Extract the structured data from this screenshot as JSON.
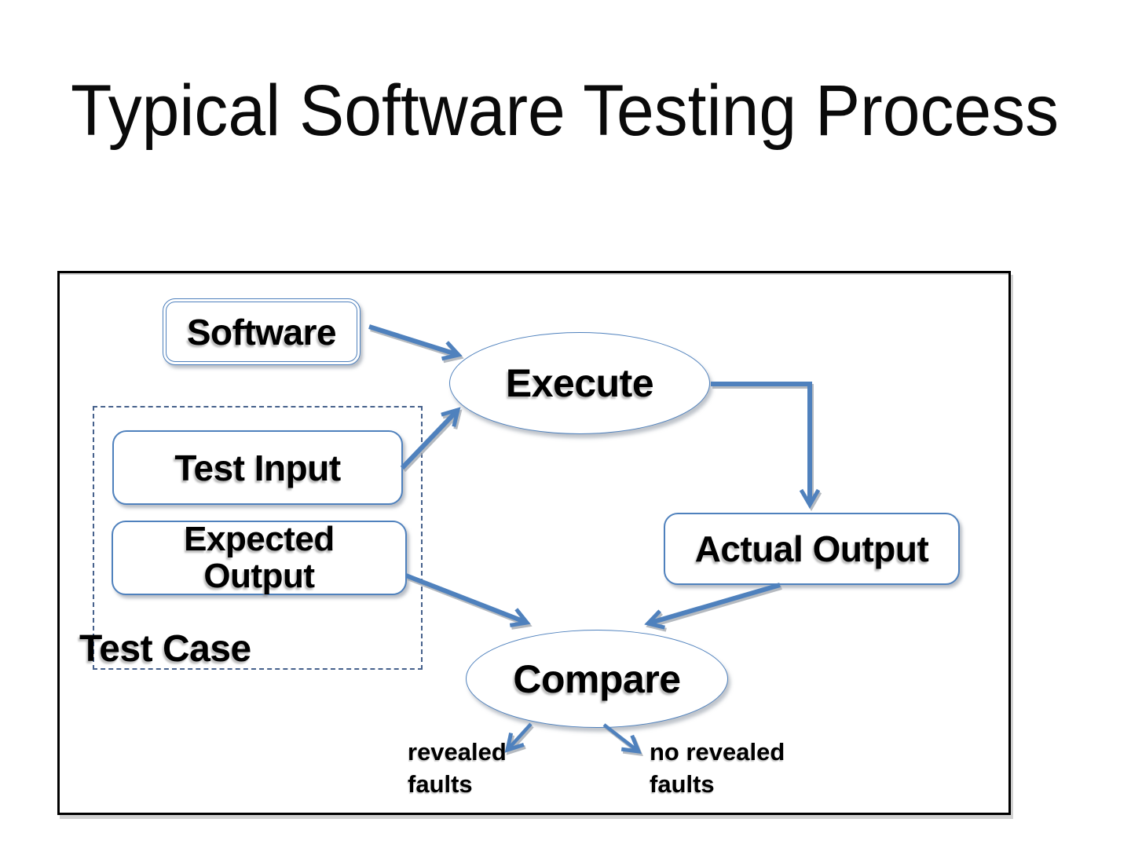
{
  "slide": {
    "title": "Typical Software Testing Process"
  },
  "diagram": {
    "nodes": {
      "software": {
        "label": "Software",
        "shape": "rounded-rectangle-double-border"
      },
      "execute": {
        "label": "Execute",
        "shape": "ellipse"
      },
      "test_input": {
        "label": "Test Input",
        "shape": "rounded-rectangle"
      },
      "expected_output": {
        "label": "Expected\nOutput",
        "shape": "rounded-rectangle"
      },
      "actual_output": {
        "label": "Actual Output",
        "shape": "rounded-rectangle"
      },
      "compare": {
        "label": "Compare",
        "shape": "ellipse"
      },
      "test_case_group": {
        "label": "Test Case",
        "shape": "dashed-rectangle-group"
      }
    },
    "outcome_labels": {
      "revealed_faults": "revealed\nfaults",
      "no_revealed_faults": "no revealed\nfaults"
    },
    "edges": [
      {
        "from": "Software",
        "to": "Execute"
      },
      {
        "from": "Test Input",
        "to": "Execute"
      },
      {
        "from": "Execute",
        "to": "Actual Output"
      },
      {
        "from": "Actual Output",
        "to": "Compare"
      },
      {
        "from": "Expected Output",
        "to": "Compare"
      },
      {
        "from": "Compare",
        "to": "revealed faults"
      },
      {
        "from": "Compare",
        "to": "no revealed faults"
      }
    ],
    "colors": {
      "arrow_blue": "#4f81bd",
      "node_border_blue": "#4f81bd",
      "dashed_border_blue": "#46618c",
      "frame_border": "#000000",
      "text": "#000000",
      "shadow_gray": "#a3a9b1"
    }
  }
}
